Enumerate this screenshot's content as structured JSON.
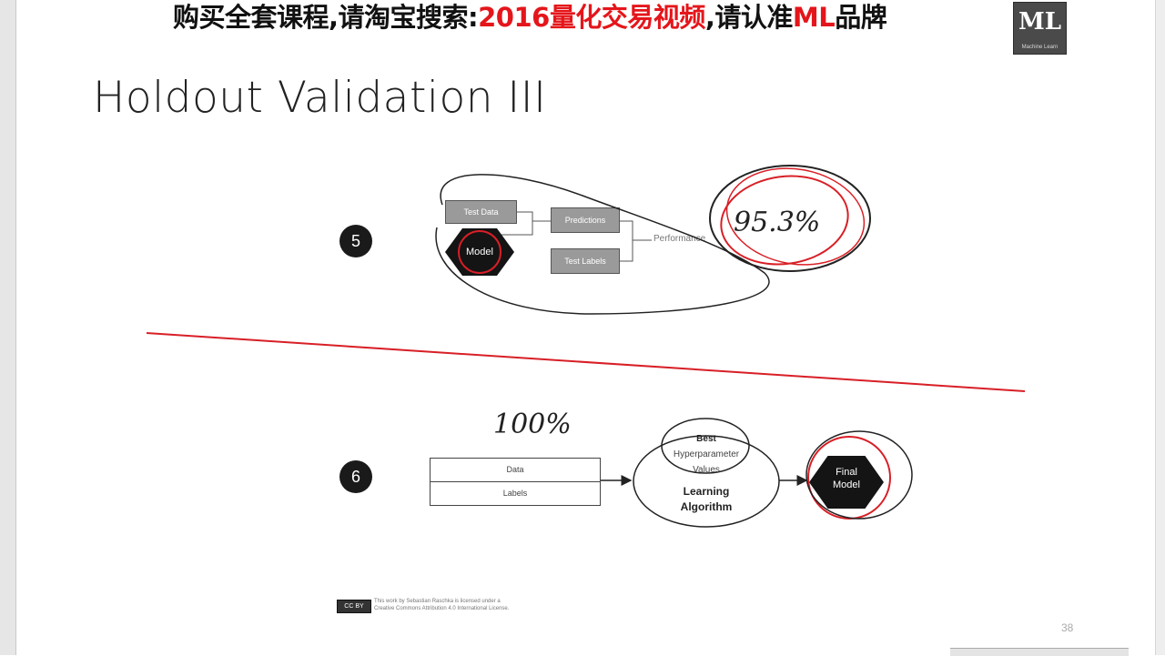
{
  "banner": {
    "part1": "购买全套课程,请淘宝搜索:",
    "highlight": "2016量化交易视频",
    "part2": ",请认准",
    "brand": "ML",
    "part3": "品牌"
  },
  "logo": {
    "text": "ML",
    "sub": "Machine Learn"
  },
  "slide": {
    "title": "Holdout Validation III",
    "page_number": "38"
  },
  "step5": {
    "number": "5",
    "test_data_label": "Test Data",
    "model_label": "Model",
    "predictions_label": "Predictions",
    "test_labels_label": "Test Labels",
    "performance_label": "Performance",
    "handwritten": "95.3%"
  },
  "step6": {
    "number": "6",
    "data_label": "Data",
    "labels_label": "Labels",
    "best_label": "Best",
    "hyperparam_label": "Hyperparameter",
    "values_label": "Values",
    "learning_label": "Learning",
    "algorithm_label": "Algorithm",
    "final_label": "Final",
    "model_label": "Model",
    "handwritten": "100%"
  },
  "license": {
    "badge": "CC BY",
    "line1": "This work by Sebastian Raschka is licensed under a",
    "line2": "Creative Commons Attribution 4.0 International License."
  },
  "colors": {
    "accent_red": "#e4161b",
    "annotation_red": "#d81f26",
    "hex_dark": "#141414",
    "box_gray": "#9a9a9a"
  }
}
